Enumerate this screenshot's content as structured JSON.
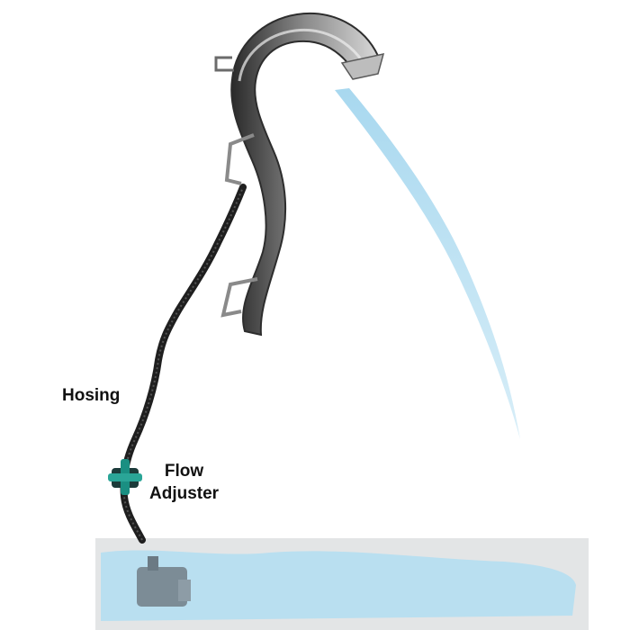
{
  "labels": {
    "hosing": "Hosing",
    "flow_adjuster_line1": "Flow",
    "flow_adjuster_line2": "Adjuster"
  },
  "colors": {
    "background": "#ffffff",
    "water": "#b9dff0",
    "tub": "#e3e5e6",
    "hose": "#1f1f1f",
    "metal_dark": "#3a3a3a",
    "metal_light": "#c9c9c9",
    "adjuster": "#1a8f82",
    "pump": "#7c8c96"
  },
  "icons": {
    "spout": "metal-waterfall-spout",
    "hose": "black-corrugated-hose",
    "valve": "flow-adjuster-valve",
    "pump": "submersible-pump",
    "basin": "water-basin"
  }
}
